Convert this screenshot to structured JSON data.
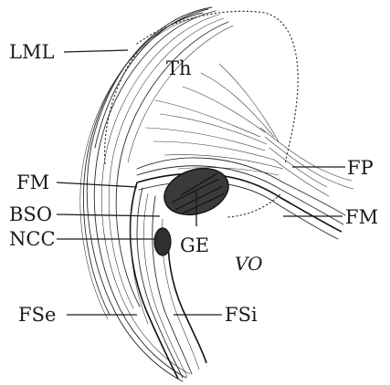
{
  "diagram": {
    "labels": {
      "lml": "LML",
      "th": "Th",
      "fp": "FP",
      "fm_left": "FM",
      "fm_right": "FM",
      "bso": "BSO",
      "ncc": "NCC",
      "ge": "GE",
      "vo": "VO",
      "fse": "FSe",
      "fsi": "FSi"
    }
  }
}
